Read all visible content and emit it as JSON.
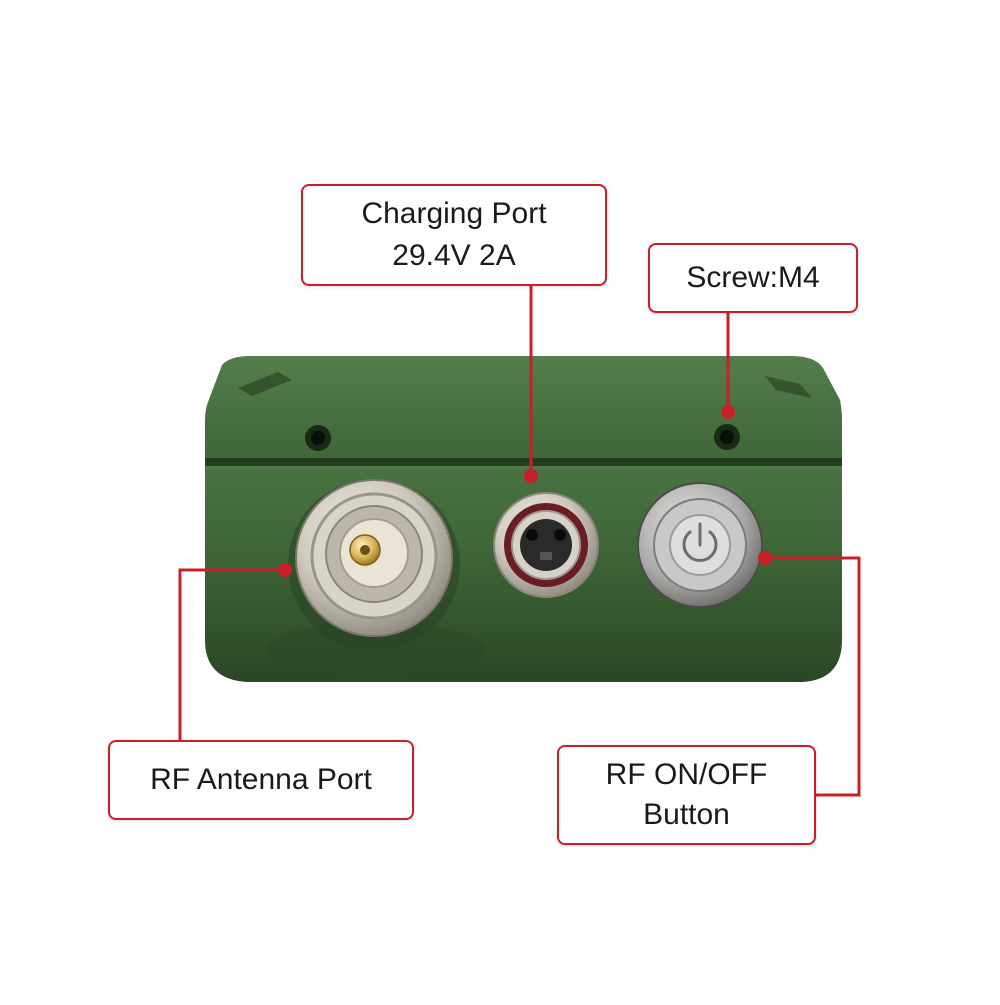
{
  "image": {
    "background": "#ffffff",
    "subject": "green-enclosure-device",
    "colors": {
      "enclosure": "#3c6135",
      "enclosure_dark": "#26401f",
      "callout_border": "#c8202a",
      "leader_line": "#c8202a"
    }
  },
  "callouts": {
    "charging_port": {
      "line1": "Charging Port",
      "line2": "29.4V 2A"
    },
    "screw": {
      "label": "Screw:M4"
    },
    "rf_antenna_port": {
      "label": "RF Antenna Port"
    },
    "rf_button": {
      "line1": "RF ON/OFF",
      "line2": "Button"
    }
  }
}
